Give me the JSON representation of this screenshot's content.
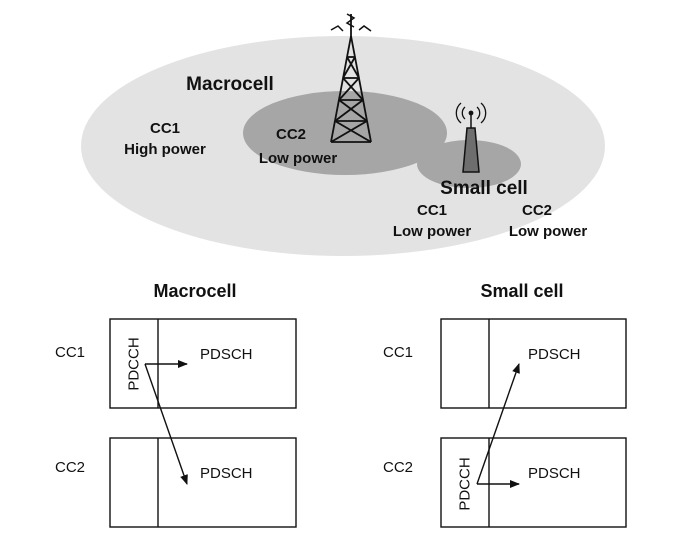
{
  "top": {
    "macro_title": "Macrocell",
    "macro_cc1": "CC1",
    "macro_cc1_power": "High power",
    "macro_cc2": "CC2",
    "macro_cc2_power": "Low power",
    "small_title": "Small cell",
    "small_cc1": "CC1",
    "small_cc1_power": "Low power",
    "small_cc2": "CC2",
    "small_cc2_power": "Low power"
  },
  "bottom": {
    "macro_heading": "Macrocell",
    "small_heading": "Small cell",
    "row_cc1": "CC1",
    "row_cc2": "CC2",
    "control_channel": "PDCCH",
    "data_channel": "PDSCH"
  },
  "colors": {
    "macro_area": "#e3e3e3",
    "overlap_area": "#a6a6a6",
    "line": "#111111",
    "text": "#111111"
  }
}
